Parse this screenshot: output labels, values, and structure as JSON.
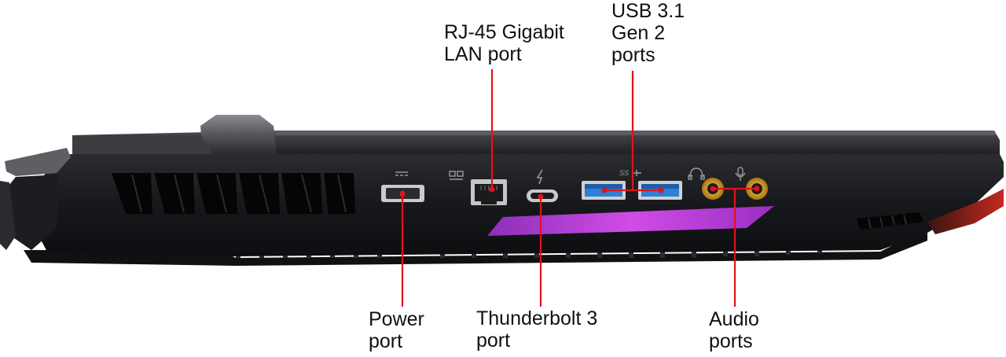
{
  "image": {
    "subject": "laptop-side-ports",
    "colors": {
      "callout_line": "#e0121b",
      "callout_dot": "#e0121b",
      "body_dark": "#1c1d20",
      "accent_glow": "#c23bd8",
      "usb_blue": "#2e7fd6",
      "audio_gold": "#d9a21e",
      "rear_red": "#b3241c"
    }
  },
  "callouts": {
    "rj45": {
      "line1": "RJ-45 Gigabit",
      "line2": "LAN port"
    },
    "usb": {
      "line1": "USB 3.1",
      "line2": "Gen 2",
      "line3": "ports"
    },
    "power": {
      "line1": "Power",
      "line2": "port"
    },
    "thunderbolt": {
      "line1": "Thunderbolt 3",
      "line2": "port"
    },
    "audio": {
      "line1": "Audio",
      "line2": "ports"
    }
  },
  "port_icons": {
    "power": "dc-power-icon",
    "lan": "network-icon",
    "thunderbolt": "thunderbolt-icon",
    "usb": "usb-ss-icon",
    "headphone": "headphone-icon",
    "microphone": "microphone-icon"
  }
}
